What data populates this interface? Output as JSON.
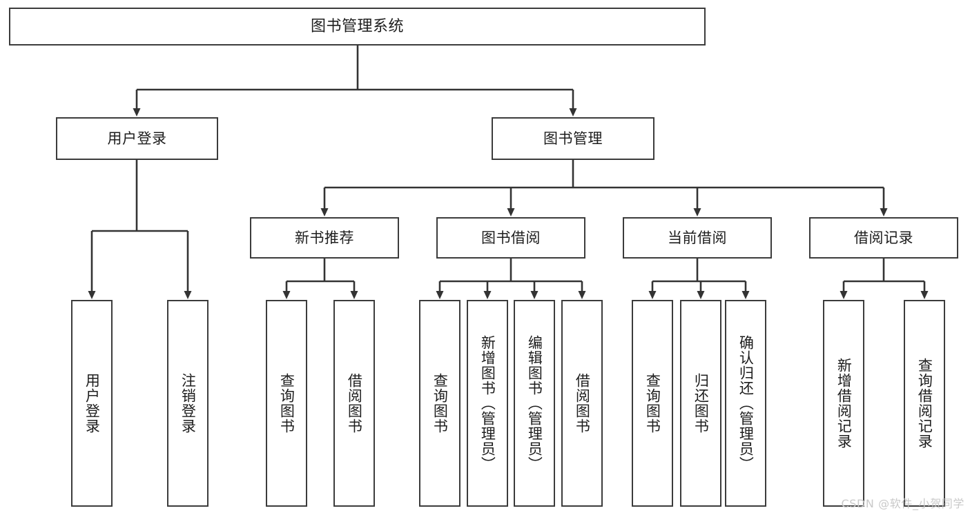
{
  "diagram": {
    "title": "图书管理系统",
    "type": "hierarchy-tree",
    "watermark": "CSDN @软件_小贺同学",
    "colors": {
      "box_border": "#3b3b3b",
      "box_fill": "#ffffff",
      "link": "#333333",
      "watermark": "#c9c9c9"
    },
    "nodes": {
      "root": "图书管理系统",
      "level1": [
        {
          "label": "用户登录"
        },
        {
          "label": "图书管理"
        }
      ],
      "level2": [
        {
          "label": "新书推荐"
        },
        {
          "label": "图书借阅"
        },
        {
          "label": "当前借阅"
        },
        {
          "label": "借阅记录"
        }
      ],
      "leaves_user_login": [
        {
          "label": "用户登录"
        },
        {
          "label": "注销登录"
        }
      ],
      "leaves_new_books": [
        {
          "label": "查询图书"
        },
        {
          "label": "借阅图书"
        }
      ],
      "leaves_borrow": [
        {
          "label": "查询图书"
        },
        {
          "label": "新增图书（管理员）"
        },
        {
          "label": "编辑图书（管理员）"
        },
        {
          "label": "借阅图书"
        }
      ],
      "leaves_current": [
        {
          "label": "查询图书"
        },
        {
          "label": "归还图书"
        },
        {
          "label": "确认归还（管理员）"
        }
      ],
      "leaves_records": [
        {
          "label": "新增借阅记录"
        },
        {
          "label": "查询借阅记录"
        }
      ]
    }
  }
}
